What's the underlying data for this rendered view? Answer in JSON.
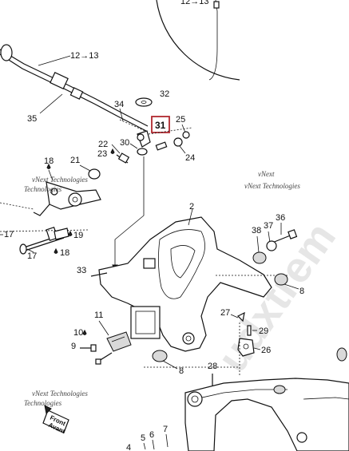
{
  "callouts": {
    "c12_13_top": "12→13",
    "c12_13": "12→13",
    "c35": "35",
    "c34": "34",
    "c32": "32",
    "c31": "31",
    "c25": "25",
    "c22": "22",
    "c30": "30",
    "c23": "23",
    "c24": "24",
    "c18a": "18",
    "c21": "21",
    "c2": "2",
    "c37": "37",
    "c36": "36",
    "c38": "38",
    "c17a": "17",
    "c19": "19",
    "c17b": "17",
    "c18b": "18",
    "c33": "33",
    "c8a": "8",
    "c27": "27",
    "c29": "29",
    "c11": "11",
    "c10": "10",
    "c9": "9",
    "c26": "26",
    "c8b": "8",
    "c28": "28",
    "c5": "5",
    "c6": "6",
    "c7": "7",
    "c4": "4"
  },
  "watermark": {
    "vnext": "vNext",
    "technologies": "Technologies",
    "vnext_tech": "vNext Technologies",
    "big": "udxtrem"
  },
  "front_label": {
    "line1": "Front",
    "line2": "Avant"
  },
  "colors": {
    "callout_box": "#b0282f",
    "ink": "#111111"
  }
}
